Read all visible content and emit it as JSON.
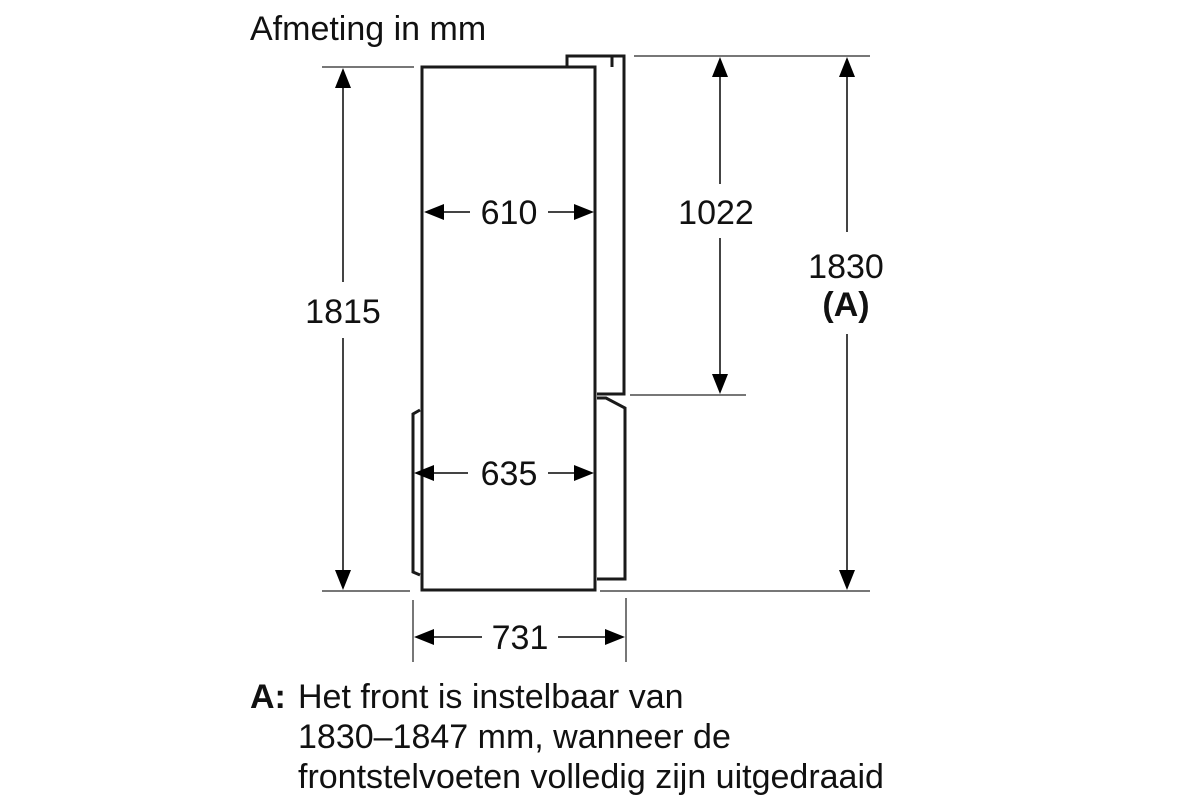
{
  "title": "Afmeting in mm",
  "dimensions": {
    "height_body": "1815",
    "width_top": "610",
    "width_bottom": "635",
    "door_height_upper": "1022",
    "height_total": "1830",
    "height_total_note": "(A)",
    "depth_total": "731"
  },
  "note": {
    "marker": "A:",
    "line1": "Het front is instelbaar van",
    "line2": "1830–1847 mm, wanneer de",
    "line3": "frontstelvoeten volledig zijn uitgedraaid"
  },
  "colors": {
    "outline": "#1a1a1a",
    "dimension_line": "#444444",
    "extension_line": "#777777",
    "background": "#ffffff"
  }
}
